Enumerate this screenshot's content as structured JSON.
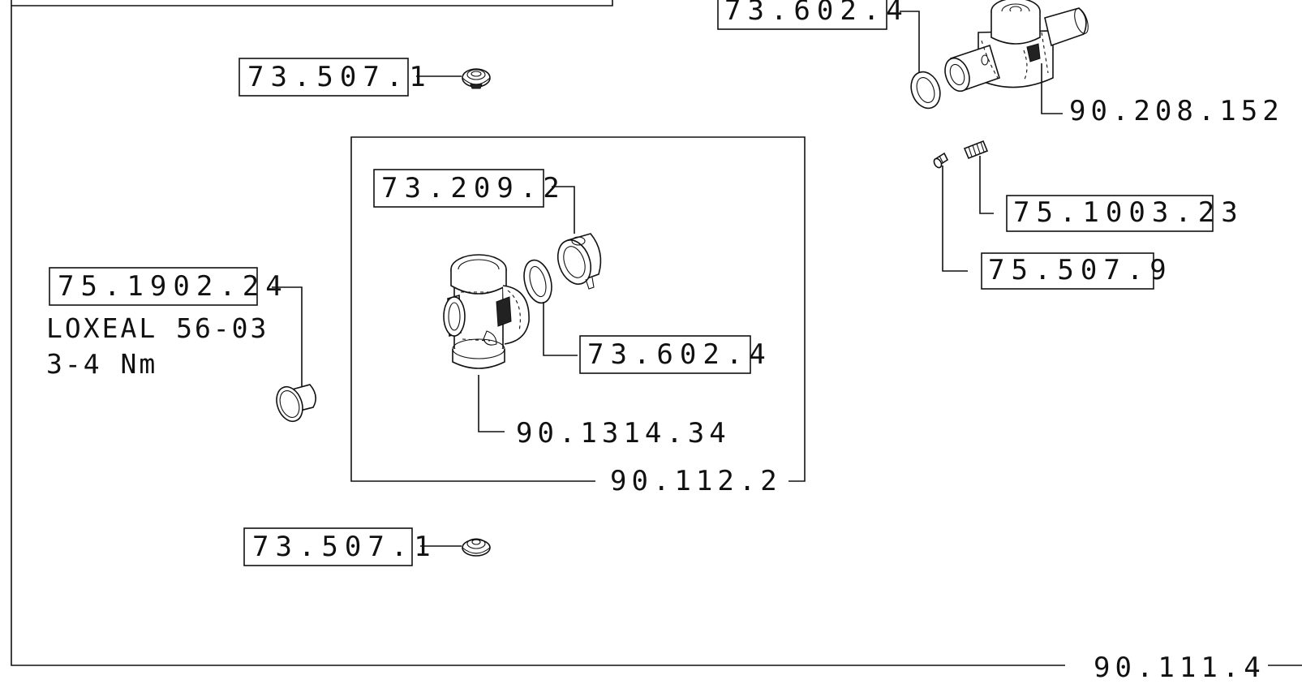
{
  "drawing": {
    "part_labels": {
      "top_ring": "73.602.4",
      "housing_top_right": "90.208.152",
      "nut_top": "73.507.1",
      "screw_small": "75.507.9",
      "spring": "75.1003.23",
      "plug_left": "75.1902.24",
      "inner_cap": "73.209.2",
      "inner_ring": "73.602.4",
      "inner_body": "90.1314.34",
      "subassembly": "90.112.2",
      "nut_bottom": "73.507.1",
      "assembly": "90.111.4"
    },
    "notes": {
      "thread_lock": "LOXEAL 56-03",
      "torque": "3-4 Nm"
    }
  }
}
